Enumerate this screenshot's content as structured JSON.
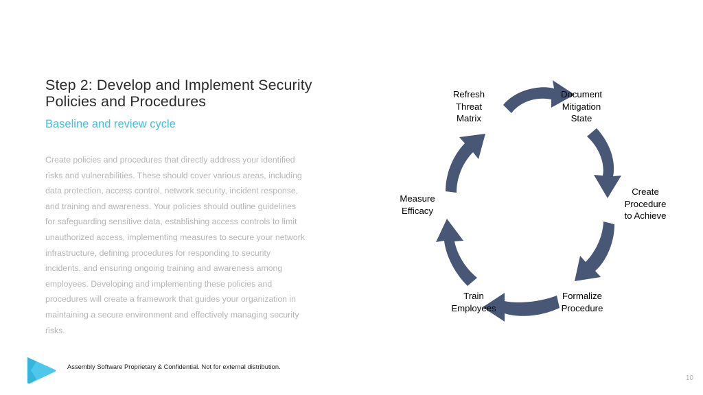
{
  "slide": {
    "title": "Step 2: Develop and Implement Security Policies and Procedures",
    "subtitle": "Baseline and review cycle",
    "body": "Create policies and procedures that directly address your identified risks and vulnerabilities. These should cover various areas, including data protection, access control, network security, incident response, and training and awareness. Your policies should outline guidelines for safeguarding sensitive data, establishing access controls to limit unauthorized access, implementing measures to secure your network infrastructure, defining procedures for responding to security incidents, and ensuring ongoing training and awareness among employees. Developing and implementing these policies and procedures will create a framework that guides your organization in maintaining a secure environment and effectively managing security risks.",
    "page_number": "10"
  },
  "diagram": {
    "type": "cycle",
    "arrow_color": "#475775",
    "nodes": [
      {
        "id": "refresh-threat-matrix",
        "label": "Refresh\nThreat\nMatrix"
      },
      {
        "id": "document-mitigation-state",
        "label": "Document\nMitigation\nState"
      },
      {
        "id": "create-procedure-to-achieve",
        "label": "Create\nProcedure\nto Achieve"
      },
      {
        "id": "formalize-procedure",
        "label": "Formalize\nProcedure"
      },
      {
        "id": "train-employees",
        "label": "Train\nEmployees"
      },
      {
        "id": "measure-efficacy",
        "label": "Measure\nEfficacy"
      }
    ]
  },
  "footer": {
    "note": "Assembly Software Proprietary & Confidential. Not for external distribution.",
    "logo_name": "assembly-software-logo",
    "logo_color": "#4ec8ea",
    "logo_shadow_color": "#35aedd"
  },
  "colors": {
    "accent": "#3dc1e6",
    "title": "#2b2b2b",
    "body": "#b5b5b5",
    "arrow": "#475775"
  }
}
